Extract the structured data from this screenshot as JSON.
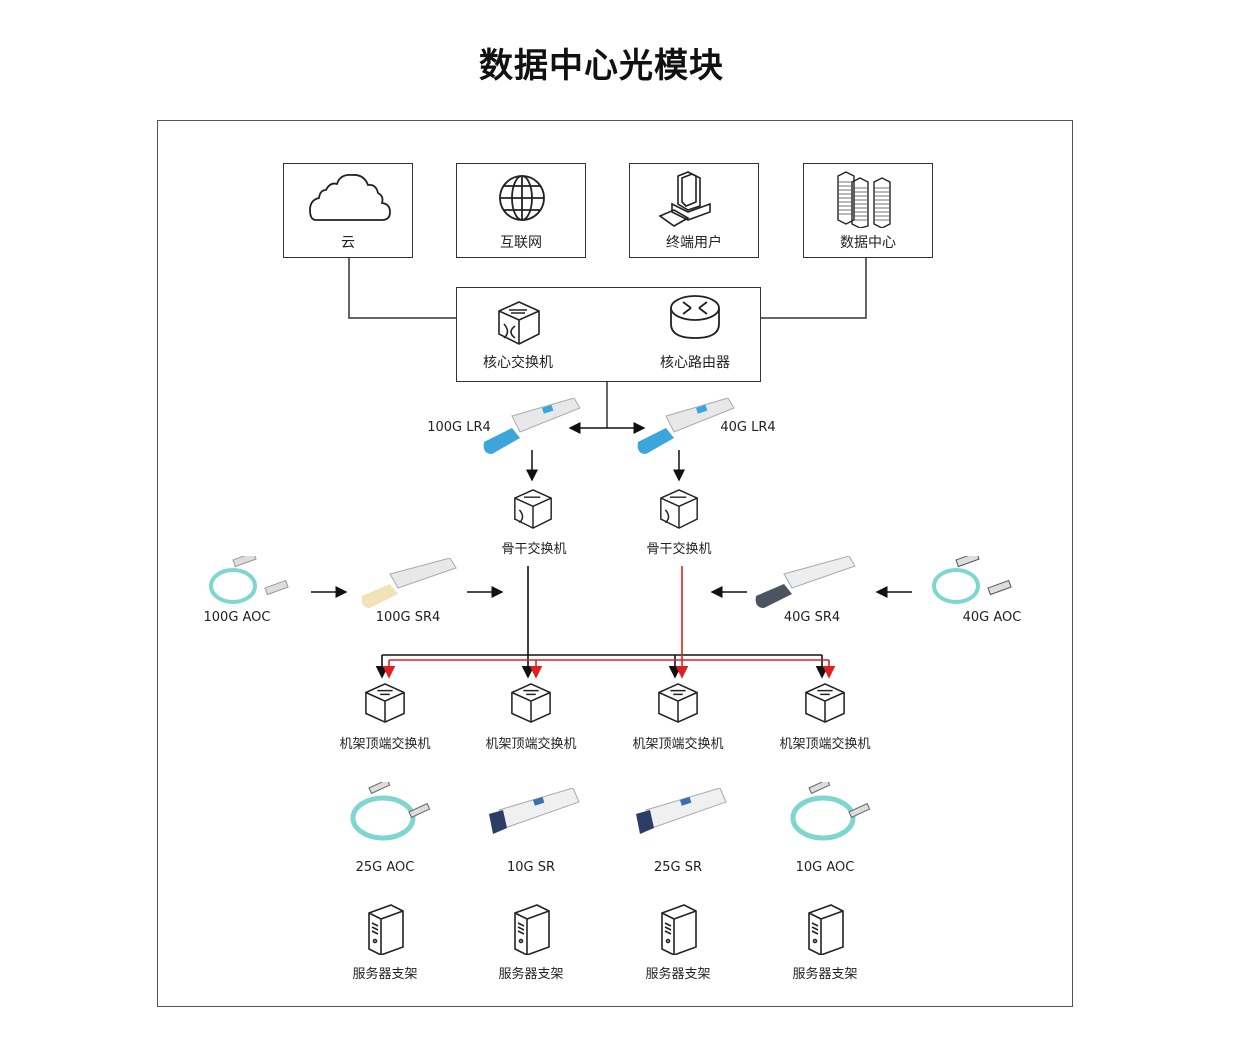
{
  "title": "数据中心光模块",
  "top_nodes": [
    {
      "label": "云",
      "icon": "cloud-icon"
    },
    {
      "label": "互联网",
      "icon": "globe-icon"
    },
    {
      "label": "终端用户",
      "icon": "workstation-icon"
    },
    {
      "label": "数据中心",
      "icon": "server-towers-icon"
    }
  ],
  "core": {
    "switch_label": "核心交换机",
    "router_label": "核心路由器"
  },
  "uplink_modules": [
    {
      "label": "100G LR4",
      "color": "#3aa6dc"
    },
    {
      "label": "40G LR4",
      "color": "#3aa6dc"
    }
  ],
  "backbone": [
    {
      "label": "骨干交换机",
      "link_color": "#111111"
    },
    {
      "label": "骨干交换机",
      "link_color": "#e02020"
    }
  ],
  "side_modules": {
    "left": [
      {
        "label": "100G AOC"
      },
      {
        "label": "100G SR4"
      }
    ],
    "right": [
      {
        "label": "40G SR4"
      },
      {
        "label": "40G AOC"
      }
    ]
  },
  "tor_switches": [
    {
      "label": "机架顶端交换机"
    },
    {
      "label": "机架顶端交换机"
    },
    {
      "label": "机架顶端交换机"
    },
    {
      "label": "机架顶端交换机"
    }
  ],
  "access_modules": [
    {
      "label": "25G AOC",
      "type": "aoc"
    },
    {
      "label": "10G SR",
      "type": "sfp"
    },
    {
      "label": "25G SR",
      "type": "sfp"
    },
    {
      "label": "10G AOC",
      "type": "aoc"
    }
  ],
  "servers": [
    {
      "label": "服务器支架"
    },
    {
      "label": "服务器支架"
    },
    {
      "label": "服务器支架"
    },
    {
      "label": "服务器支架"
    }
  ],
  "colors": {
    "line": "#111111",
    "red_line": "#e02020",
    "aoc_cable": "#7fd6cf",
    "module_blue": "#3aa6dc"
  }
}
